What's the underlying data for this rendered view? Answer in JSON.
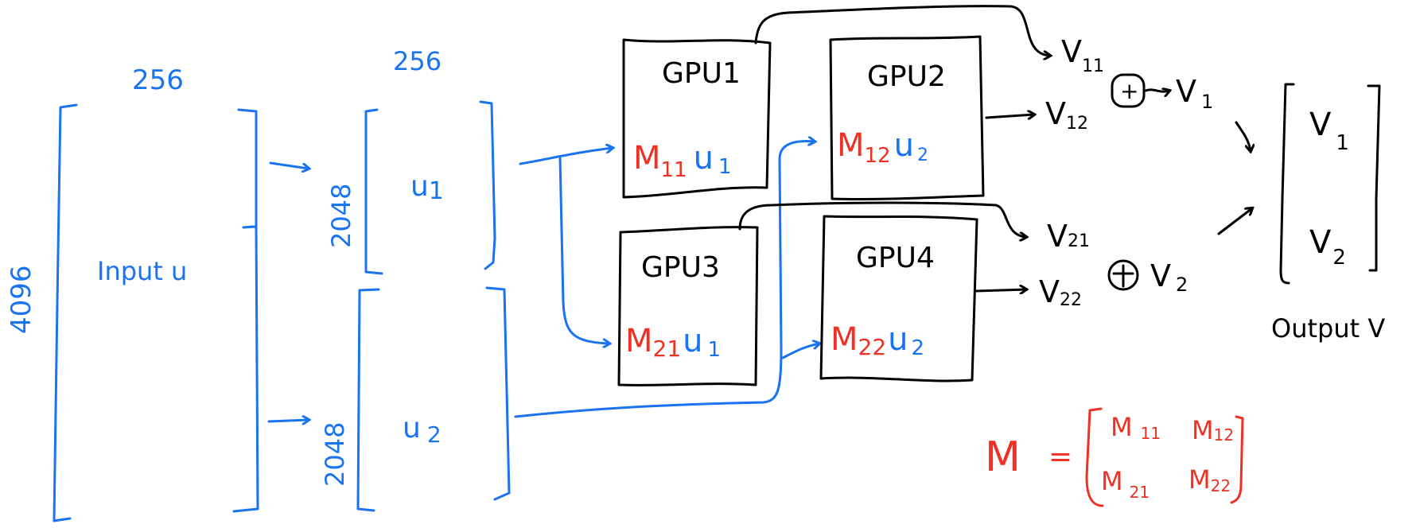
{
  "colors": {
    "input_ink": "#1a73f0",
    "matrix_ink": "#ee3124",
    "gpu_ink": "#000000",
    "background": "#ffffff"
  },
  "input": {
    "width_label": "256",
    "height_label": "4096",
    "label": "Input u"
  },
  "split": {
    "u1": {
      "width_label": "256",
      "height_label": "2048",
      "label_main": "u",
      "label_sub": "1"
    },
    "u2": {
      "height_label": "2048",
      "label_main": "u",
      "label_sub": "2"
    }
  },
  "gpus": [
    {
      "name": "GPU1",
      "matrix": "M",
      "matrix_sub": "11",
      "vector": "u",
      "vector_sub": "1"
    },
    {
      "name": "GPU2",
      "matrix": "M",
      "matrix_sub": "12",
      "vector": "u",
      "vector_sub": "2"
    },
    {
      "name": "GPU3",
      "matrix": "M",
      "matrix_sub": "21",
      "vector": "u",
      "vector_sub": "1"
    },
    {
      "name": "GPU4",
      "matrix": "M",
      "matrix_sub": "22",
      "vector": "u",
      "vector_sub": "2"
    }
  ],
  "partials": {
    "v11": {
      "main": "V",
      "sub": "11"
    },
    "v12": {
      "main": "V",
      "sub": "12"
    },
    "v21": {
      "main": "V",
      "sub": "21"
    },
    "v22": {
      "main": "V",
      "sub": "22"
    }
  },
  "sums": {
    "plus_symbol": "+",
    "v1": {
      "main": "V",
      "sub": "1"
    },
    "v2": {
      "main": "V",
      "sub": "2"
    }
  },
  "output": {
    "row1": {
      "main": "V",
      "sub": "1"
    },
    "row2": {
      "main": "V",
      "sub": "2"
    },
    "label": "Output V"
  },
  "matrix_definition": {
    "lhs": "M",
    "equals": "=",
    "entries": [
      {
        "main": "M",
        "sub": "11"
      },
      {
        "main": "M",
        "sub": "12"
      },
      {
        "main": "M",
        "sub": "21"
      },
      {
        "main": "M",
        "sub": "22"
      }
    ]
  }
}
